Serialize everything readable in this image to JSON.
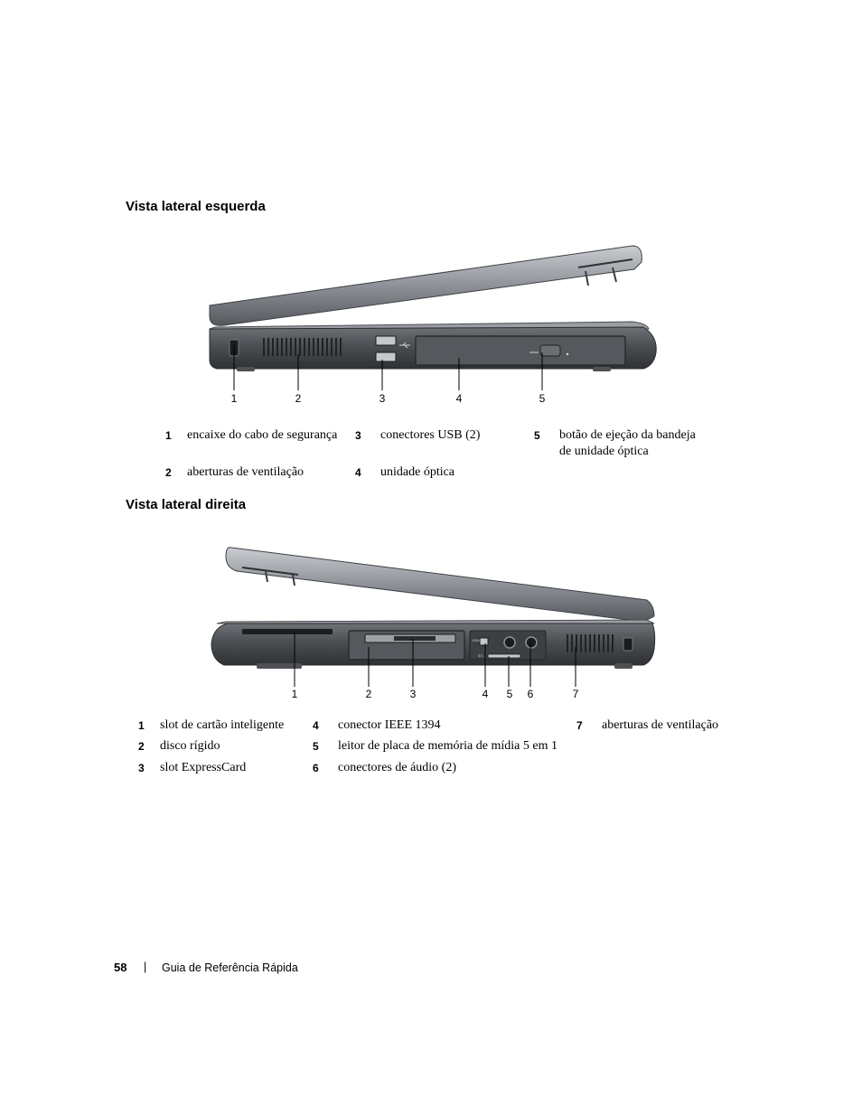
{
  "left_view": {
    "heading": "Vista lateral esquerda",
    "callouts": [
      "1",
      "2",
      "3",
      "4",
      "5"
    ],
    "legend": [
      {
        "num": "1",
        "text": "encaixe do cabo de segurança"
      },
      {
        "num": "2",
        "text": "aberturas de ventilação"
      },
      {
        "num": "3",
        "text": "conectores USB (2)"
      },
      {
        "num": "4",
        "text": "unidade óptica"
      },
      {
        "num": "5",
        "text": "botão de ejeção da bandeja de unidade óptica"
      }
    ]
  },
  "right_view": {
    "heading": "Vista lateral direita",
    "callouts": [
      "1",
      "2",
      "3",
      "4",
      "5",
      "6",
      "7"
    ],
    "port_labels": [
      "1394",
      "5/1"
    ],
    "legend": [
      {
        "num": "1",
        "text": "slot de cartão inteligente"
      },
      {
        "num": "2",
        "text": "disco rígido"
      },
      {
        "num": "3",
        "text": "slot ExpressCard"
      },
      {
        "num": "4",
        "text": "conector IEEE 1394"
      },
      {
        "num": "5",
        "text": "leitor de placa de memória de mídia 5 em 1"
      },
      {
        "num": "6",
        "text": "conectores de áudio (2)"
      },
      {
        "num": "7",
        "text": "aberturas de ventilação"
      }
    ]
  },
  "footer": {
    "page_number": "58",
    "separator": "|",
    "title": "Guia de Referência Rápida"
  },
  "colors": {
    "chassis": "#5a5d61",
    "lid": "#8c9096",
    "accent_dark": "#2a2c2f"
  },
  "icons": [
    "usb-icon"
  ]
}
